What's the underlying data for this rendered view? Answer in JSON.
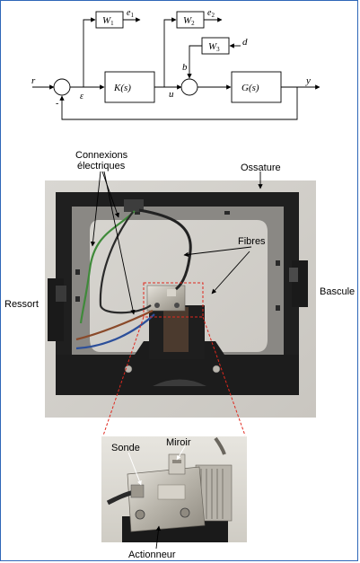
{
  "block_diagram": {
    "blocks": {
      "W1": "W",
      "W1_sub": "1",
      "W2": "W",
      "W2_sub": "2",
      "W3": "W",
      "W3_sub": "3",
      "K": "K(s)",
      "G": "G(s)"
    },
    "signals": {
      "r": "r",
      "epsilon": "ε",
      "u": "u",
      "b": "b",
      "d": "d",
      "y": "y",
      "e1": "e",
      "e1_sub": "1",
      "e2": "e",
      "e2_sub": "2",
      "minus_sign": "-"
    }
  },
  "photo_labels": {
    "connexions_line1": "Connexions",
    "connexions_line2": "électriques",
    "ossature": "Ossature",
    "fibres": "Fibres",
    "ressort": "Ressort",
    "bascule": "Bascule"
  },
  "detail_labels": {
    "sonde": "Sonde",
    "miroir": "Miroir",
    "actionneur": "Actionneur"
  },
  "colors": {
    "frame_border": "#2f67b8",
    "detail_dashed_line": "#e0281e"
  }
}
